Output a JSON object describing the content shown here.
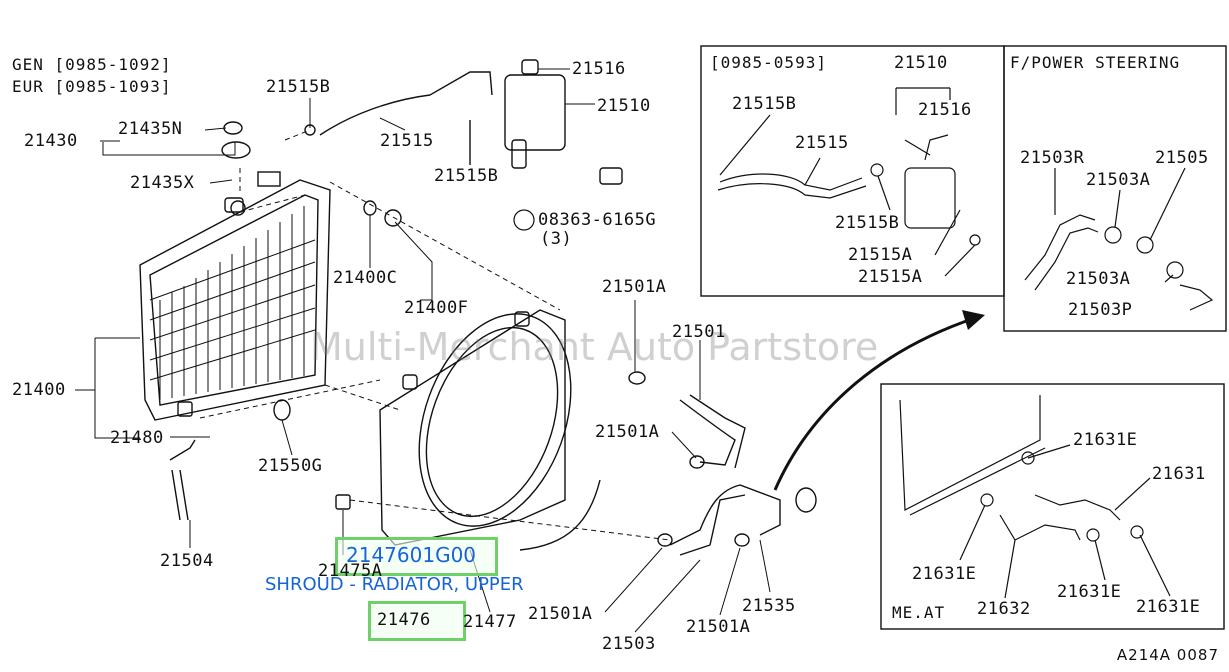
{
  "header": {
    "line1": "GEN [0985-1092]",
    "line2": "EUR [0985-1093]"
  },
  "inset_top_left": {
    "range": "[0985-0593]"
  },
  "inset_top_right": {
    "title": "F/POWER STEERING"
  },
  "inset_bottom": {
    "title": "ME.AT"
  },
  "watermark": "Multi-Merchant Auto Partstore",
  "diagram_code": "A214A 0087",
  "highlight": {
    "part_number": "2147601G00",
    "description": "SHROUD - RADIATOR, UPPER",
    "ref": "21476",
    "color": "#6fd06a",
    "text_color": "#1565d8"
  },
  "labels": {
    "p21430": "21430",
    "p21435N": "21435N",
    "p21435X": "21435X",
    "p21515B_a": "21515B",
    "p21515": "21515",
    "p21515B_b": "21515B",
    "p21516": "21516",
    "p21510": "21510",
    "p08363": "08363-6165G",
    "p08363_qty": "(3)",
    "p21400C": "21400C",
    "p21400F": "21400F",
    "p21400": "21400",
    "p21480": "21480",
    "p21550G": "21550G",
    "p21504": "21504",
    "p21475A": "21475A",
    "p21477": "21477",
    "p21501A_a": "21501A",
    "p21501": "21501",
    "p21501A_b": "21501A",
    "p21501A_c": "21501A",
    "p21503": "21503",
    "p21501A_d": "21501A",
    "p21535": "21535",
    "i1_21510": "21510",
    "i1_21516": "21516",
    "i1_21515B_a": "21515B",
    "i1_21515": "21515",
    "i1_21515B_b": "21515B",
    "i1_21515A_a": "21515A",
    "i1_21515A_b": "21515A",
    "i2_21503R": "21503R",
    "i2_21505": "21505",
    "i2_21503A_a": "21503A",
    "i2_21503A_b": "21503A",
    "i2_21503P": "21503P",
    "i3_21631E_a": "21631E",
    "i3_21631": "21631",
    "i3_21631E_b": "21631E",
    "i3_21632": "21632",
    "i3_21631E_c": "21631E",
    "i3_21631E_d": "21631E"
  }
}
